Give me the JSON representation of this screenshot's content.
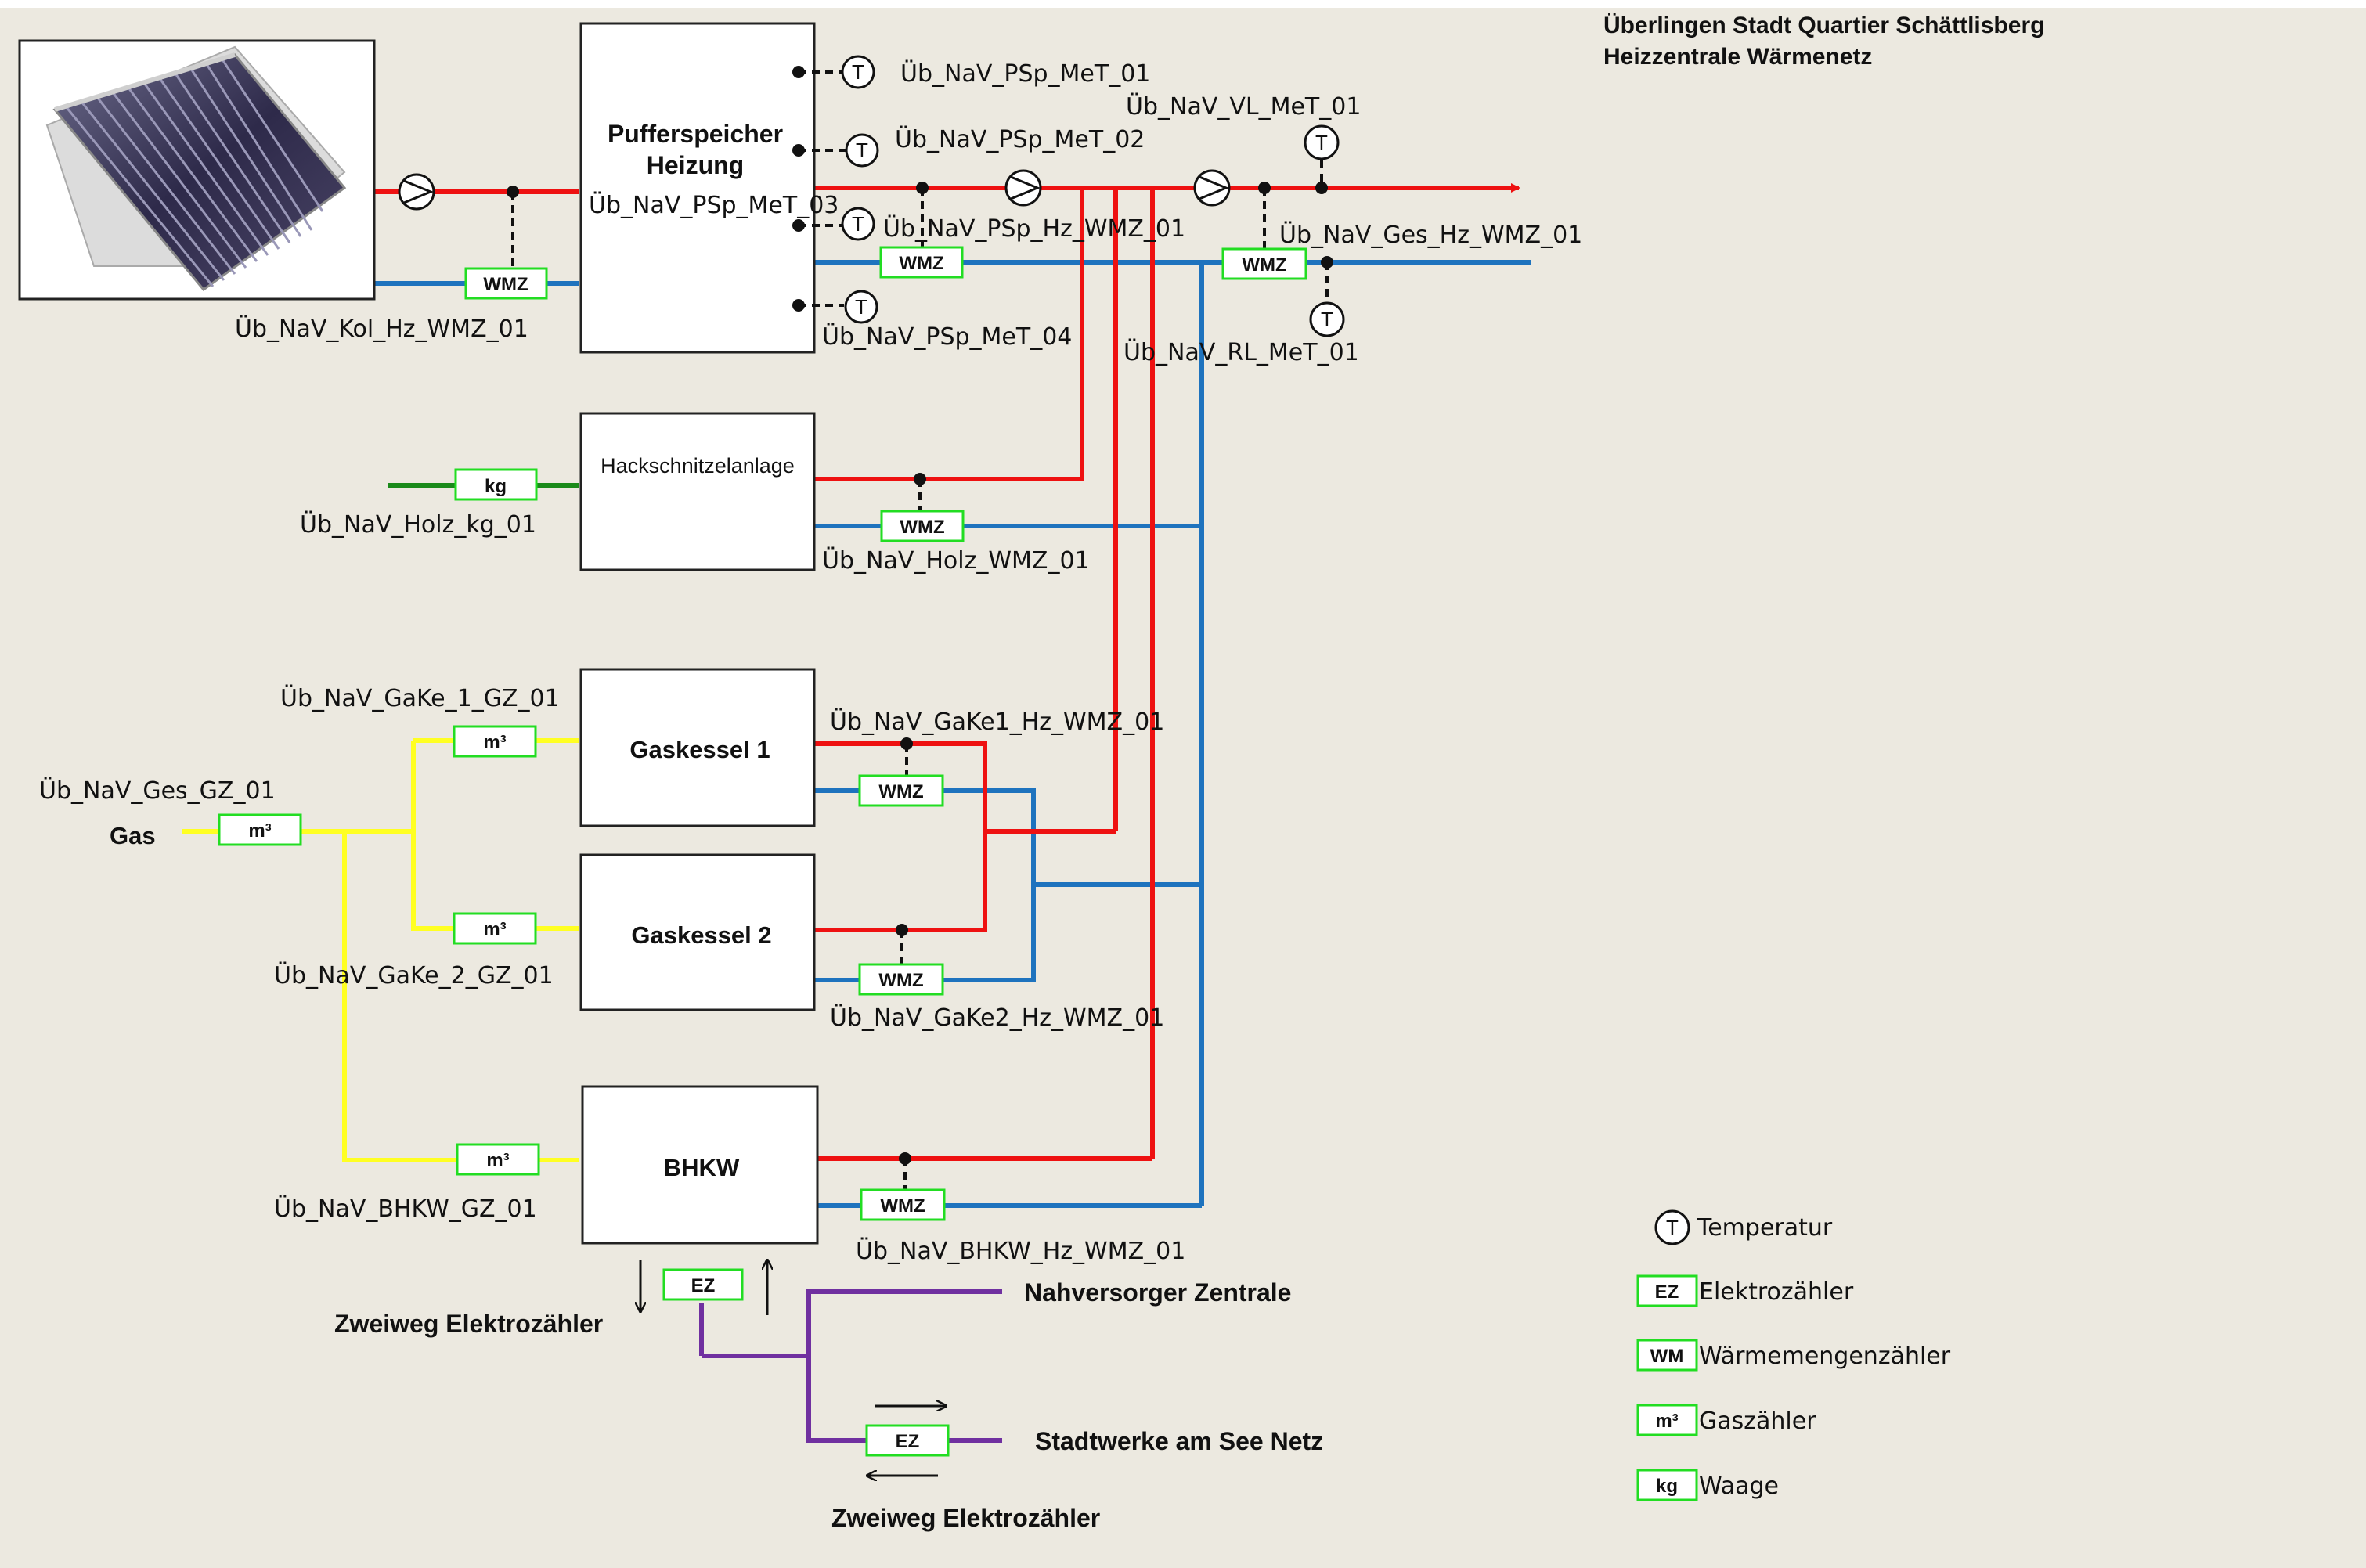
{
  "title": {
    "line1": "Überlingen Stadt Quartier Schättlisberg",
    "line2": "Heizzentrale Wärmenetz"
  },
  "colors": {
    "background": "#ece9e0",
    "supply_red": "#ee1111",
    "return_blue": "#1e73be",
    "gas_yellow": "#ffff22",
    "wood_green": "#1a8a1a",
    "power_purple": "#7030a0",
    "meter_border": "#22dd22"
  },
  "boxes": {
    "pufferspeicher": "Pufferspeicher\nHeizung",
    "hackschnitzel": "Hackschnitzelanlage",
    "gaskessel1": "Gaskessel 1",
    "gaskessel2": "Gaskessel 2",
    "bhkw": "BHKW"
  },
  "images": {
    "solar_collector": "solar-collector-photo"
  },
  "meters": {
    "wmz": "WMZ",
    "kg": "kg",
    "m3": "m³",
    "ez": "EZ",
    "t": "T"
  },
  "labels": {
    "kol_hz_wmz": "Üb_NaV_Kol_Hz_WMZ_01",
    "psp_met_01": "Üb_NaV_PSp_MeT_01",
    "psp_met_02": "Üb_NaV_PSp_MeT_02",
    "psp_met_03": "Üb_NaV_PSp_MeT_03",
    "psp_hz_wmz": "Üb_NaV_PSp_Hz_WMZ_01",
    "psp_met_04": "Üb_NaV_PSp_MeT_04",
    "vl_met": "Üb_NaV_VL_MeT_01",
    "ges_hz_wmz": "Üb_NaV_Ges_Hz_WMZ_01",
    "rl_met": "Üb_NaV_RL_MeT_01",
    "holz_kg": "Üb_NaV_Holz_kg_01",
    "holz_wmz": "Üb_NaV_Holz_WMZ_01",
    "gake1_gz": "Üb_NaV_GaKe_1_GZ_01",
    "ges_gz": "Üb_NaV_Ges_GZ_01",
    "gas": "Gas",
    "gake1_hz_wmz": "Üb_NaV_GaKe1_Hz_WMZ_01",
    "gake2_gz": "Üb_NaV_GaKe_2_GZ_01",
    "gake2_hz_wmz": "Üb_NaV_GaKe2_Hz_WMZ_01",
    "bhkw_gz": "Üb_NaV_BHKW_GZ_01",
    "bhkw_hz_wmz": "Üb_NaV_BHKW_Hz_WMZ_01",
    "zweiweg_1": "Zweiweg Elektrozähler",
    "nahversorger": "Nahversorger Zentrale",
    "stadtwerke": "Stadtwerke am See Netz",
    "zweiweg_2": "Zweiweg Elektrozähler"
  },
  "legend": [
    {
      "symbol": "T",
      "text": "Temperatur"
    },
    {
      "symbol": "EZ",
      "text": "Elektrozähler"
    },
    {
      "symbol": "WM",
      "text": "Wärmemengenzähler"
    },
    {
      "symbol": "m³",
      "text": "Gaszähler"
    },
    {
      "symbol": "kg",
      "text": "Waage"
    }
  ]
}
